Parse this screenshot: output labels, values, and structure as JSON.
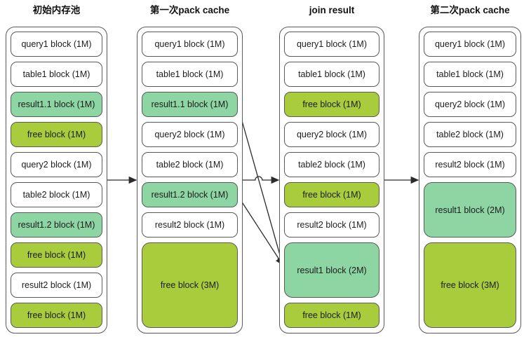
{
  "diagram": {
    "colors": {
      "plain": "#ffffff",
      "result": "#8dd5a2",
      "free": "#a9cc3c",
      "border": "#595959",
      "line": "#2b2b2b"
    },
    "columns": [
      {
        "title": "初始内存池",
        "blocks": [
          {
            "label": "query1 block (1M)",
            "type": "plain",
            "units": 1
          },
          {
            "label": "table1 block (1M)",
            "type": "plain",
            "units": 1
          },
          {
            "label": "result1.1 block (1M)",
            "type": "result",
            "units": 1
          },
          {
            "label": "free block (1M)",
            "type": "free",
            "units": 1
          },
          {
            "label": "query2 block (1M)",
            "type": "plain",
            "units": 1
          },
          {
            "label": "table2 block (1M)",
            "type": "plain",
            "units": 1
          },
          {
            "label": "result1.2 block (1M)",
            "type": "result",
            "units": 1
          },
          {
            "label": "free block (1M)",
            "type": "free",
            "units": 1
          },
          {
            "label": "result2 block (1M)",
            "type": "plain",
            "units": 1
          },
          {
            "label": "free block (1M)",
            "type": "free",
            "units": 1
          }
        ]
      },
      {
        "title": "第一次pack cache",
        "blocks": [
          {
            "label": "query1 block (1M)",
            "type": "plain",
            "units": 1
          },
          {
            "label": "table1 block (1M)",
            "type": "plain",
            "units": 1
          },
          {
            "label": "result1.1 block (1M)",
            "type": "result",
            "units": 1
          },
          {
            "label": "query2 block (1M)",
            "type": "plain",
            "units": 1
          },
          {
            "label": "table2 block (1M)",
            "type": "plain",
            "units": 1
          },
          {
            "label": "result1.2 block (1M)",
            "type": "result",
            "units": 1
          },
          {
            "label": "result2 block (1M)",
            "type": "plain",
            "units": 1
          },
          {
            "label": "free block (3M)",
            "type": "free",
            "units": 3
          }
        ]
      },
      {
        "title": "join result",
        "blocks": [
          {
            "label": "query1 block (1M)",
            "type": "plain",
            "units": 1
          },
          {
            "label": "table1 block (1M)",
            "type": "plain",
            "units": 1
          },
          {
            "label": "free block (1M)",
            "type": "free",
            "units": 1
          },
          {
            "label": "query2 block (1M)",
            "type": "plain",
            "units": 1
          },
          {
            "label": "table2 block (1M)",
            "type": "plain",
            "units": 1
          },
          {
            "label": "free block (1M)",
            "type": "free",
            "units": 1
          },
          {
            "label": "result2 block (1M)",
            "type": "plain",
            "units": 1
          },
          {
            "label": "result1 block (2M)",
            "type": "result",
            "units": 2
          },
          {
            "label": "free block (1M)",
            "type": "free",
            "units": 1
          }
        ]
      },
      {
        "title": "第二次pack cache",
        "blocks": [
          {
            "label": "query1 block (1M)",
            "type": "plain",
            "units": 1
          },
          {
            "label": "table1 block (1M)",
            "type": "plain",
            "units": 1
          },
          {
            "label": "query2 block (1M)",
            "type": "plain",
            "units": 1
          },
          {
            "label": "table2 block (1M)",
            "type": "plain",
            "units": 1
          },
          {
            "label": "result2 block (1M)",
            "type": "plain",
            "units": 1
          },
          {
            "label": "result1 block (2M)",
            "type": "result",
            "units": 2
          },
          {
            "label": "free block (3M)",
            "type": "free",
            "units": 3
          }
        ]
      }
    ],
    "arrows": [
      {
        "kind": "h",
        "fromCol": 0,
        "toCol": 1
      },
      {
        "kind": "h",
        "fromCol": 1,
        "toCol": 2
      },
      {
        "kind": "h",
        "fromCol": 2,
        "toCol": 3
      },
      {
        "kind": "d",
        "fromCol": 1,
        "fromBlock": 2,
        "toCol": 2,
        "toBlock": 7
      },
      {
        "kind": "d",
        "fromCol": 1,
        "fromBlock": 5,
        "toCol": 2,
        "toBlock": 7
      }
    ]
  }
}
